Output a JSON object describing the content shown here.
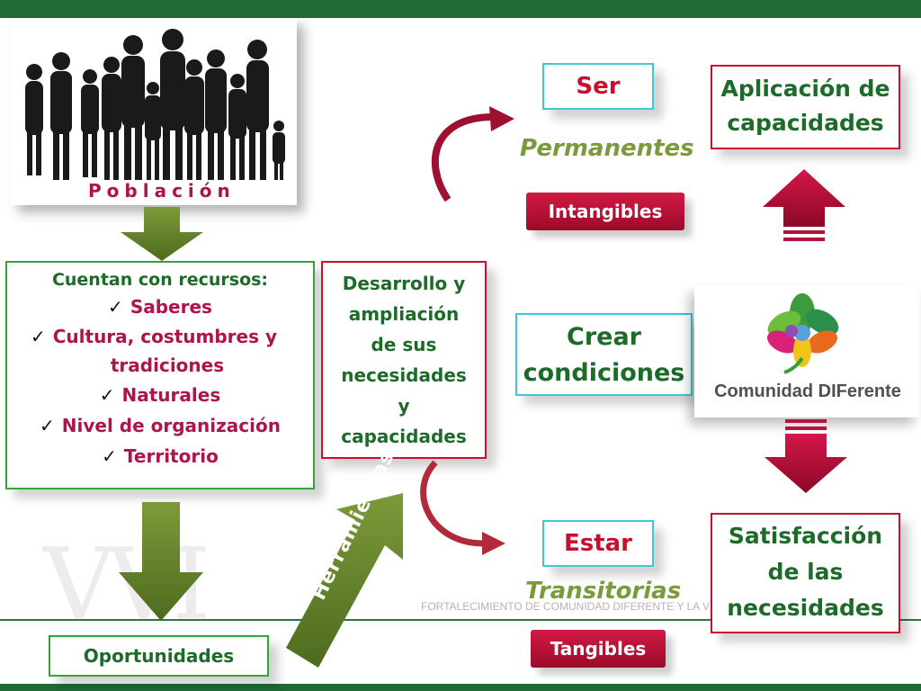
{
  "slide": {
    "poblacion_label": "Población",
    "watermark": "VVI",
    "footer": "FORTALECIMIENTO DE COMUNIDAD DIFERENTE Y LA VIVIENDA"
  },
  "recursos": {
    "heading": "Cuentan con recursos:",
    "items": [
      "Saberes",
      "Cultura, costumbres y tradiciones",
      "Naturales",
      "Nivel de organización",
      "Territorio"
    ]
  },
  "desarrollo": {
    "lines": [
      "Desarrollo y",
      "ampliación",
      "de sus",
      "necesidades",
      "y",
      "capacidades"
    ]
  },
  "oportunidades": "Oportunidades",
  "herramientas": "Herramientas",
  "ser": {
    "label": "Ser",
    "sublabel": "Permanentes",
    "tag": "Intangibles"
  },
  "crear": {
    "lines": [
      "Crear",
      "condiciones"
    ]
  },
  "estar": {
    "label": "Estar",
    "sublabel": "Transitorias",
    "tag": "Tangibles"
  },
  "aplicacion": {
    "lines": [
      "Aplicación de",
      "capacidades"
    ]
  },
  "satisfaccion": {
    "lines": [
      "Satisfacción",
      "de las",
      "necesidades"
    ]
  },
  "logo": {
    "text": "Comunidad DIFerente"
  },
  "colors": {
    "green_dark": "#1d6b28",
    "green_border": "#35a335",
    "red": "#c8102e",
    "magenta": "#b0124c",
    "olive": "#7a9a3c",
    "cyan": "#3fc8d4"
  }
}
